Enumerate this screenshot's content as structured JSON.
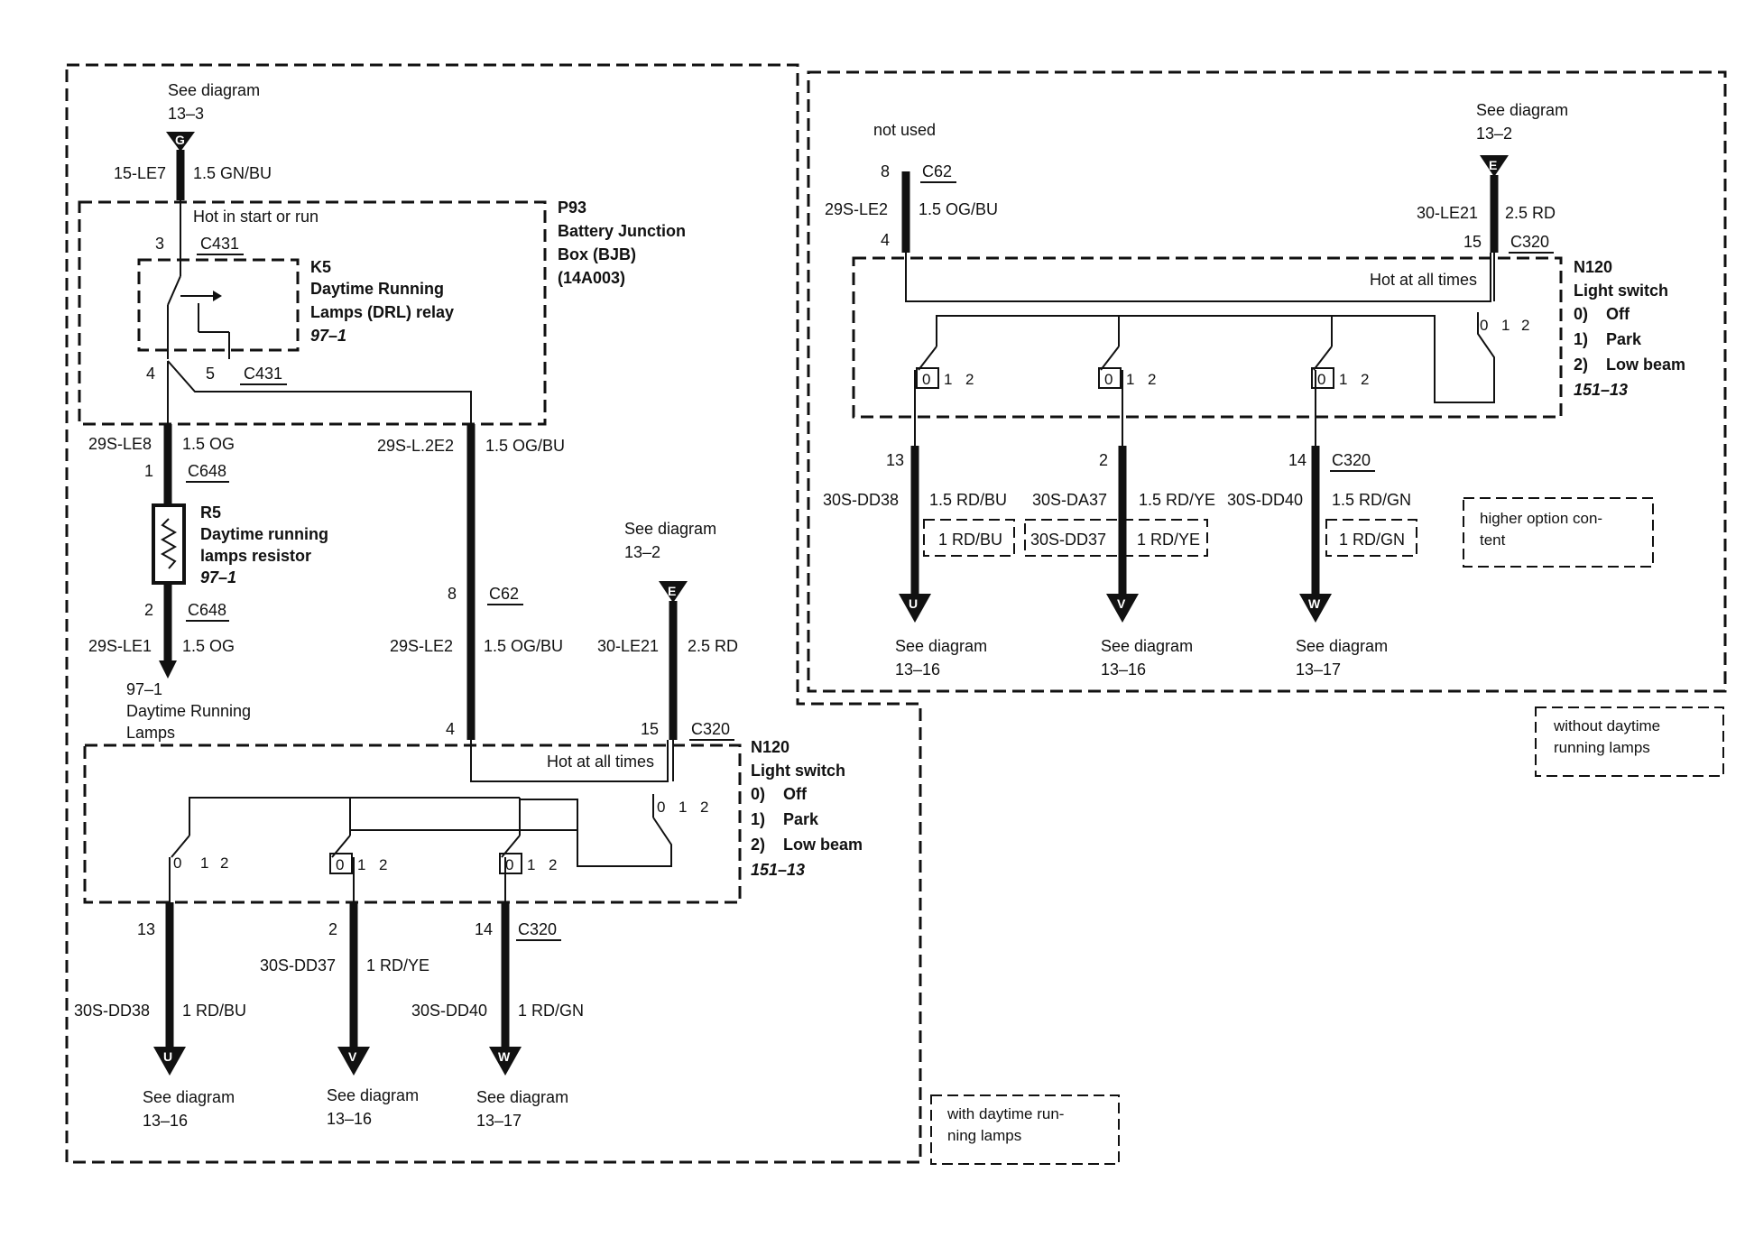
{
  "left": {
    "top_ref": {
      "line1": "See diagram",
      "line2": "13–3",
      "letter": "G"
    },
    "top_wire": {
      "circuit": "15-LE7",
      "spec": "1.5 GN/BU"
    },
    "bjb": {
      "id": "P93",
      "line1": "Battery Junction",
      "line2": "Box (BJB)",
      "line3": "(14A003)",
      "hot": "Hot in start or run"
    },
    "relay": {
      "id": "K5",
      "line1": "Daytime Running",
      "line2": "Lamps (DRL) relay",
      "ref": "97–1",
      "pin3": "3",
      "conn_top": "C431",
      "pin4": "4",
      "pin5": "5",
      "conn_bot": "C431"
    },
    "drl_wire": {
      "circuit": "29S-LE8",
      "spec": "1.5 OG",
      "pin": "1",
      "conn": "C648"
    },
    "resistor": {
      "id": "R5",
      "line1": "Daytime running",
      "line2": "lamps resistor",
      "ref": "97–1",
      "pin": "2",
      "conn": "C648"
    },
    "drl_out": {
      "circuit": "29S-LE1",
      "spec": "1.5 OG",
      "ref": "97–1",
      "line1": "Daytime Running",
      "line2": "Lamps"
    },
    "mid_wire": {
      "circuit": "29S-L.2E2",
      "spec": "1.5 OG/BU",
      "pin": "8",
      "conn": "C62",
      "circuit2": "29S-LE2",
      "spec2": "1.5 OG/BU",
      "pin4": "4"
    },
    "e_ref": {
      "line1": "See diagram",
      "line2": "13–2",
      "letter": "E",
      "circuit": "30-LE21",
      "spec": "2.5 RD",
      "pin": "15",
      "conn": "C320"
    },
    "switch": {
      "id": "N120",
      "name": "Light switch",
      "o0": "0)",
      "o0l": "Off",
      "o1": "1)",
      "o1l": "Park",
      "o2": "2)",
      "o2l": "Low beam",
      "ref": "151–13",
      "hot": "Hot at all times"
    },
    "outputs": [
      {
        "pin": "13",
        "circuit": "30S-DD38",
        "spec": "1 RD/BU",
        "letter": "U",
        "line1": "See diagram",
        "line2": "13–16"
      },
      {
        "pin": "2",
        "circuit": "30S-DD37",
        "spec": "1 RD/YE",
        "letter": "V",
        "line1": "See diagram",
        "line2": "13–16"
      },
      {
        "pin": "14",
        "conn": "C320",
        "circuit": "30S-DD40",
        "spec": "1 RD/GN",
        "letter": "W",
        "line1": "See diagram",
        "line2": "13–17"
      }
    ],
    "note": {
      "line1": "with daytime run-",
      "line2": "ning lamps"
    }
  },
  "right": {
    "not_used": "not used",
    "c62": {
      "pin": "8",
      "conn": "C62",
      "circuit": "29S-LE2",
      "spec": "1.5 OG/BU",
      "pin4": "4"
    },
    "e_ref": {
      "line1": "See diagram",
      "line2": "13–2",
      "letter": "E",
      "circuit": "30-LE21",
      "spec": "2.5 RD",
      "pin": "15",
      "conn": "C320"
    },
    "switch": {
      "id": "N120",
      "name": "Light switch",
      "o0": "0)",
      "o0l": "Off",
      "o1": "1)",
      "o1l": "Park",
      "o2": "2)",
      "o2l": "Low beam",
      "ref": "151–13",
      "hot": "Hot at all times"
    },
    "outputs": [
      {
        "pin": "13",
        "circuit": "30S-DD38",
        "spec": "1.5 RD/BU",
        "alt": "1 RD/BU",
        "letter": "U",
        "line1": "See diagram",
        "line2": "13–16"
      },
      {
        "pin": "2",
        "circuit": "30S-DA37",
        "spec": "1.5 RD/YE",
        "alt_circuit": "30S-DD37",
        "alt": "1 RD/YE",
        "letter": "V",
        "line1": "See diagram",
        "line2": "13–16"
      },
      {
        "pin": "14",
        "conn": "C320",
        "circuit": "30S-DD40",
        "spec": "1.5 RD/GN",
        "alt": "1 RD/GN",
        "letter": "W",
        "line1": "See diagram",
        "line2": "13–17"
      }
    ],
    "higher_note": {
      "line1": "higher option con-",
      "line2": "tent"
    },
    "note": {
      "line1": "without daytime",
      "line2": "running lamps"
    }
  },
  "switch_pos": {
    "p0": "0",
    "p1": "1",
    "p2": "2"
  }
}
